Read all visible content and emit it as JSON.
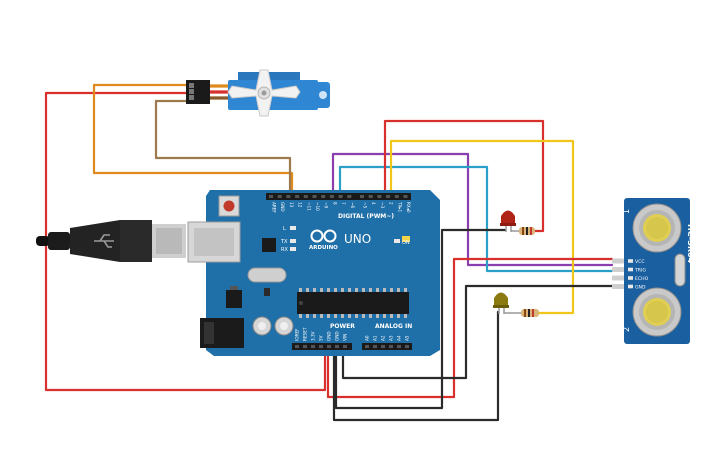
{
  "arduino": {
    "brand": "UNO",
    "digital_header_label": "DIGITAL (PWM~)",
    "power_label": "POWER",
    "analog_label": "ANALOG IN",
    "on_label": "ON",
    "led_l": "L",
    "led_tx": "TX",
    "led_rx": "RX",
    "digital_pins": [
      "AREF",
      "GND",
      "13",
      "12",
      "~11",
      "~10",
      "~9",
      "8",
      "7",
      "~6",
      "~5",
      "4",
      "~3",
      "2",
      "TX▸1",
      "RX◂0"
    ],
    "power_pins": [
      "IOREF",
      "RESET",
      "3.3V",
      "5V",
      "GND",
      "GND",
      "VIN"
    ],
    "analog_pins": [
      "A0",
      "A1",
      "A2",
      "A3",
      "A4",
      "A5"
    ],
    "board_color": "#1f6fa8"
  },
  "sensor": {
    "model": "HC-SR04",
    "pins": [
      "VCC",
      "TRIG",
      "ECHO",
      "GND"
    ],
    "pin_one": "1",
    "pin_two": "2",
    "color": "#1a5fa0"
  },
  "servo": {
    "color": "#2f86d3"
  },
  "leds": [
    {
      "name": "red-led",
      "color": "#b02418"
    },
    {
      "name": "yellow-led",
      "color": "#8a7a10"
    }
  ],
  "wire_colors": {
    "red": "#d8302c",
    "orange": "#e08a1e",
    "brown": "#9c7a4e",
    "purple": "#8a3fae",
    "cyan": "#2aa0c8",
    "yellow": "#f2c51a",
    "black": "#2b2b2b",
    "blue": "#3a6fd0",
    "green": "#3aa046"
  }
}
